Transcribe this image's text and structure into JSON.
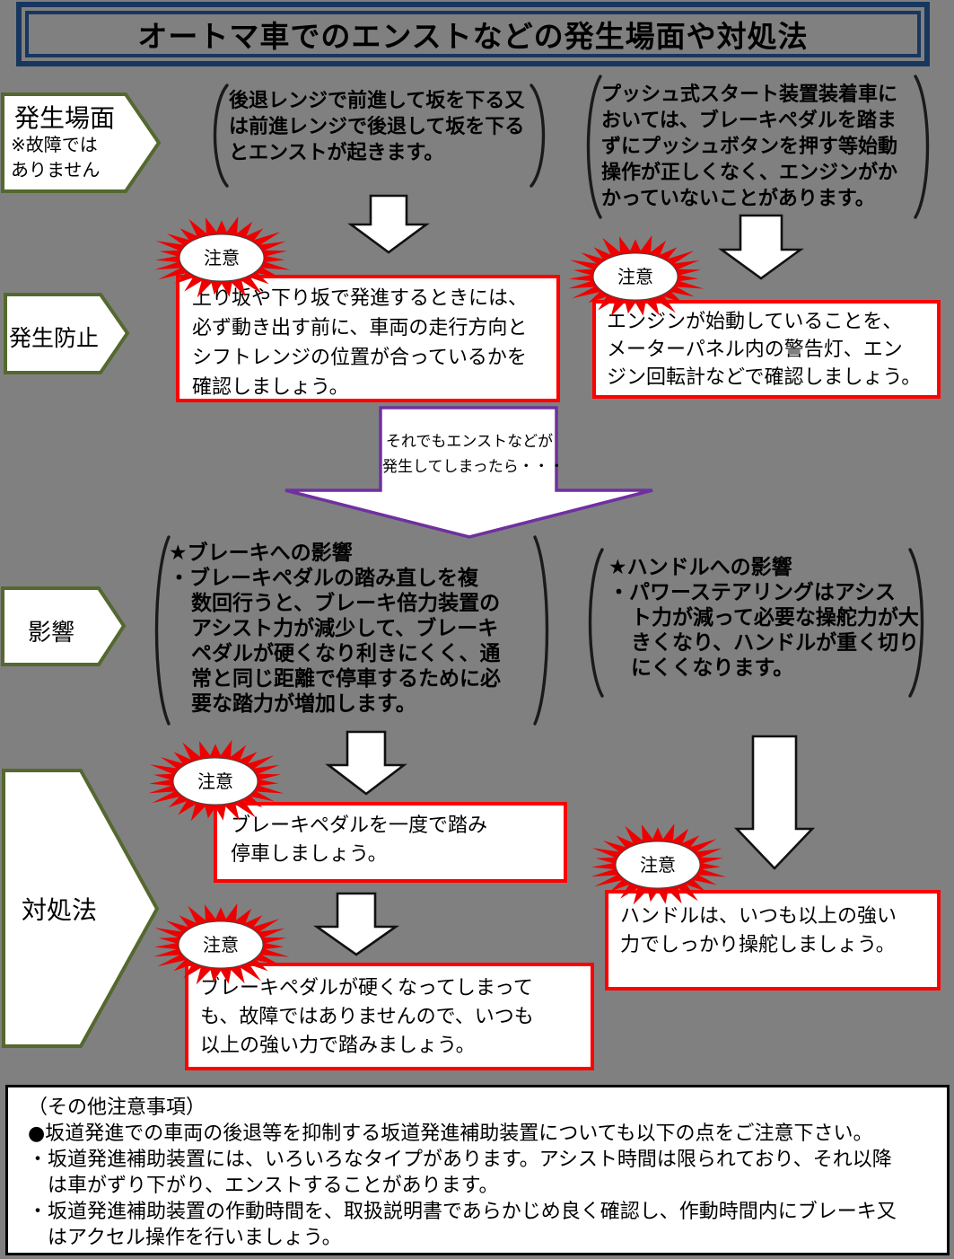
{
  "title": "オートマ車でのエンストなどの発生場面や対処法",
  "caution_label": "注意",
  "colors": {
    "background": "#808080",
    "title_border": "#17375e",
    "label_border": "#55682f",
    "caution_red": "#ee0000",
    "box_border_red": "#ff0000",
    "callout_purple": "#7030a0"
  },
  "labels": {
    "occurrence": {
      "main": "発生場面",
      "note1": "※故障では",
      "note2": "ありません"
    },
    "prevention": "発生防止",
    "effects": "影響",
    "countermeasures": "対処法"
  },
  "scene_boxes": {
    "reverse_range": [
      "後退レンジで前進して坂を下る又",
      "は前進レンジで後退して坂を下る",
      "とエンストが起きます。"
    ],
    "push_start": [
      "プッシュ式スタート装置装着車に",
      "おいては、ブレーキペダルを踏ま",
      "ずにプッシュボタンを押す等始動",
      "操作が正しくなく、エンジンがか",
      "かっていないことがあります。"
    ]
  },
  "prevention_boxes": {
    "left": [
      "上り坂や下り坂で発進するときには、",
      "必ず動き出す前に、車両の走行方向と",
      "シフトレンジの位置が合っているかを",
      "確認しましょう。"
    ],
    "right": [
      "エンジンが始動していることを、",
      "メーターパネル内の警告灯、エン",
      "ジン回転計などで確認しましょう。"
    ]
  },
  "callout": [
    "それでもエンストなどが",
    "発生してしまったら・・・"
  ],
  "effect_boxes": {
    "brake": {
      "heading": "★ブレーキへの影響",
      "lines": [
        "・ブレーキペダルの踏み直しを複",
        "数回行うと、ブレーキ倍力装置の",
        "アシスト力が減少して、ブレーキ",
        "ペダルが硬くなり利きにくく、通",
        "常と同じ距離で停車するために必",
        "要な踏力が増加します。"
      ]
    },
    "steering": {
      "heading": "★ハンドルへの影響",
      "lines": [
        "・パワーステアリングはアシス",
        "ト力が減って必要な操舵力が大",
        "きくなり、ハンドルが重く切り",
        "にくくなります。"
      ]
    }
  },
  "countermeasure_boxes": {
    "brake_once": [
      "ブレーキペダルを一度で踏み",
      "停車しましょう。"
    ],
    "brake_hard": [
      "ブレーキペダルが硬くなってしまって",
      "も、故障ではありませんので、いつも",
      "以上の強い力で踏みましょう。"
    ],
    "steering_force": [
      "ハンドルは、いつも以上の強い",
      "力でしっかり操舵しましょう。"
    ]
  },
  "notes": {
    "lines": [
      "（その他注意事項）",
      "●坂道発進での車両の後退等を抑制する坂道発進補助装置についても以下の点をご注意下さい。",
      "・坂道発進補助装置には、いろいろなタイプがあります。アシスト時間は限られており、それ以降",
      "は車がずり下がり、エンストすることがあります。",
      "・坂道発進補助装置の作動時間を、取扱説明書であらかじめ良く確認し、作動時間内にブレーキ又",
      "はアクセル操作を行いましょう。"
    ]
  }
}
